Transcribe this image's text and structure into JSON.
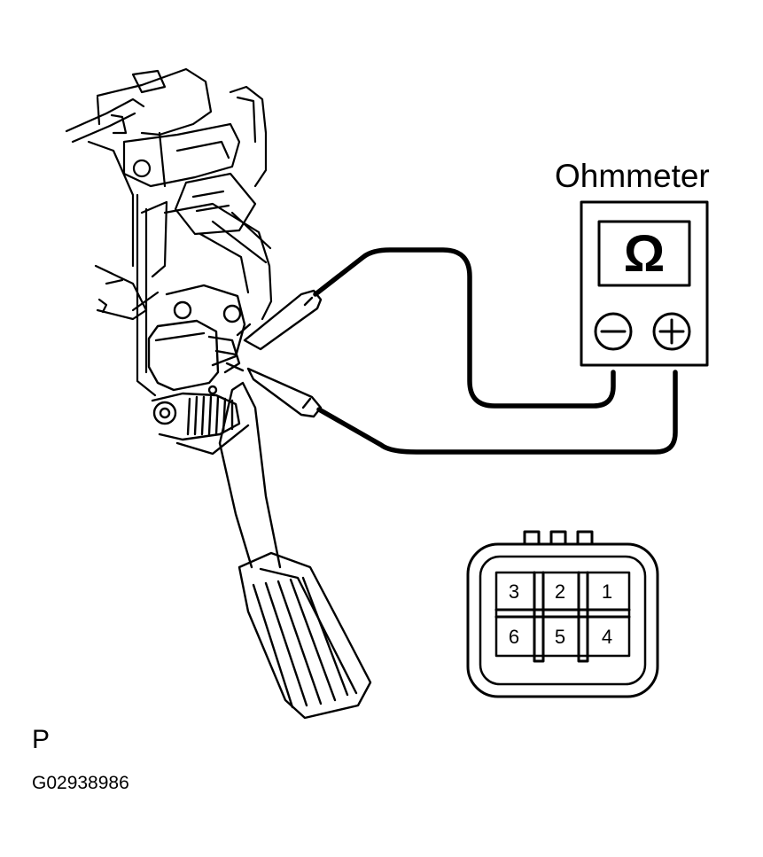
{
  "meter": {
    "title": "Ohmmeter",
    "symbol": "Ω",
    "neg_terminal": "minus-terminal-icon",
    "pos_terminal": "plus-terminal-icon"
  },
  "connector": {
    "pins": [
      "3",
      "2",
      "1",
      "6",
      "5",
      "4"
    ]
  },
  "footer": {
    "corner_mark": "P",
    "figure_id": "G02938986"
  },
  "colors": {
    "ink": "#000000",
    "paper": "#ffffff",
    "screen": "#ffffff"
  },
  "icons": [
    "accelerator-pedal-assembly-icon",
    "position-sensor-icon",
    "test-probe-icon",
    "connector-face-icon"
  ]
}
